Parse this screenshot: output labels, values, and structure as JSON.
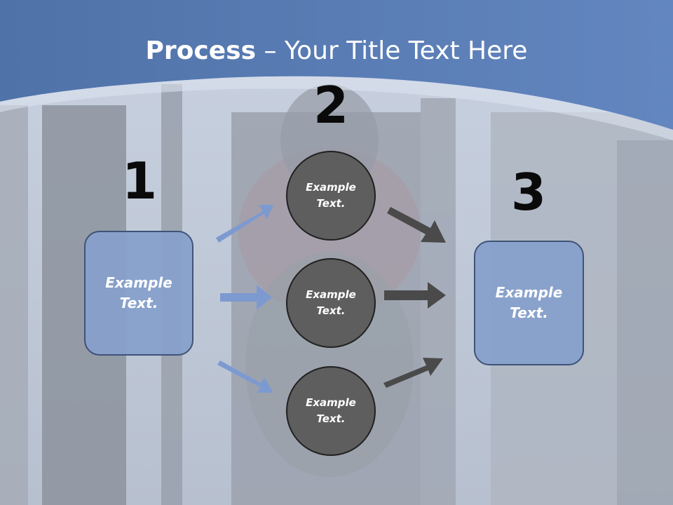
{
  "title": {
    "bold": "Process",
    "rest": " – Your Title Text Here"
  },
  "steps": [
    {
      "number": "1",
      "text": "Example\nText."
    },
    {
      "number": "2",
      "items": [
        "Example\nText.",
        "Example\nText.",
        "Example\nText."
      ]
    },
    {
      "number": "3",
      "text": "Example\nText."
    }
  ],
  "colors": {
    "header_blue": "#5a7fb6",
    "box_fill": "#85a0cc",
    "circle_fill": "#5e5e5e",
    "arrow_blue": "#7d9ad0",
    "arrow_gray": "#4a4a4a"
  }
}
